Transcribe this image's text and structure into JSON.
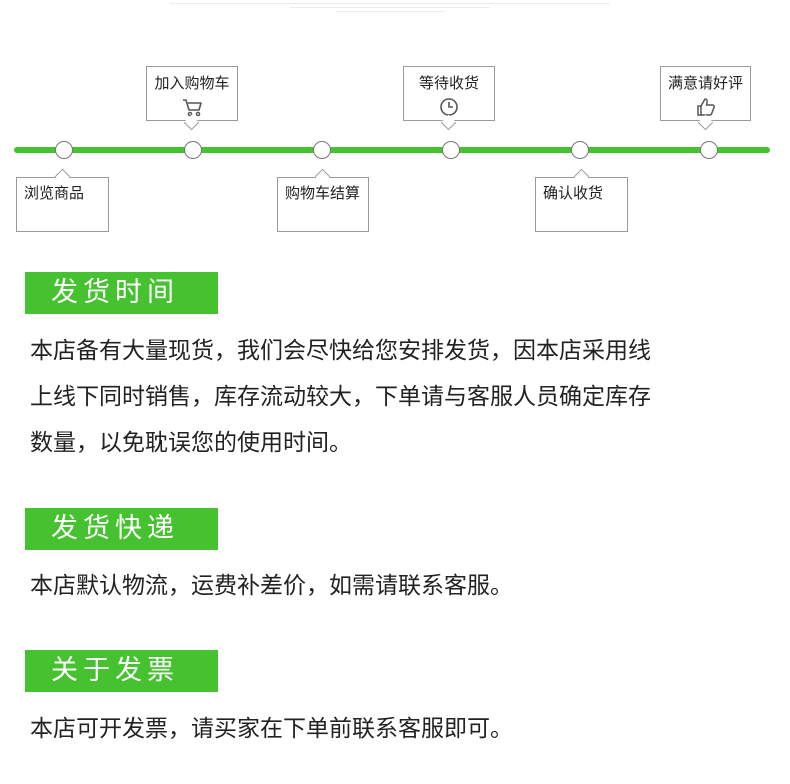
{
  "steps": {
    "browse": "浏览商品",
    "add_cart": "加入购物车",
    "checkout": "购物车结算",
    "await": "等待收货",
    "confirm": "确认收货",
    "review": "满意请好评"
  },
  "icons": {
    "add_cart": "shopping-cart-icon",
    "await": "clock-icon",
    "review": "thumbs-up-icon"
  },
  "colors": {
    "accent": "#46c12f"
  },
  "sections": {
    "shipping_time": {
      "title": "发货时间",
      "lines": [
        "本店备有大量现货，我们会尽快给您安排发货，因本店采用线",
        "上线下同时销售，库存流动较大，下单请与客服人员确定库存",
        "数量，以免耽误您的使用时间。"
      ]
    },
    "courier": {
      "title": "发货快递",
      "text": "本店默认物流，运费补差价，如需请联系客服。"
    },
    "invoice": {
      "title": "关于发票",
      "text": "本店可开发票，请买家在下单前联系客服即可。"
    }
  }
}
